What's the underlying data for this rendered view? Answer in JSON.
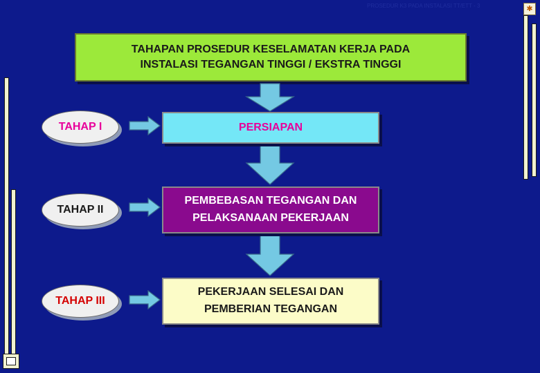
{
  "header": {
    "note": "PROSEDUR K3 PADA INSTALASI TT/ETT - 3"
  },
  "title": {
    "line1": "TAHAPAN PROSEDUR KESELAMATAN KERJA PADA",
    "line2": "INSTALASI TEGANGAN TINGGI / EKSTRA TINGGI"
  },
  "stages": [
    {
      "label": "TAHAP I",
      "steps": [
        "PERSIAPAN"
      ],
      "label_color": "#e8009a",
      "box_color": "#74e7f7"
    },
    {
      "label": "TAHAP II",
      "steps": [
        "PEMBEBASAN TEGANGAN DAN",
        "PELAKSANAAN PEKERJAAN"
      ],
      "label_color": "#1a1a1a",
      "box_color": "#8a0a8e"
    },
    {
      "label": "TAHAP III",
      "steps": [
        "PEKERJAAN SELESAI DAN",
        "PEMBERIAN TEGANGAN"
      ],
      "label_color": "#d40000",
      "box_color": "#fcfcc8"
    }
  ],
  "colors": {
    "background": "#0d1a8c",
    "title_box": "#9ce93a",
    "arrow_fill": "#74c9e3"
  },
  "icons": {
    "corner": "close-icon",
    "flow_down": "down-arrow-icon",
    "flow_right": "right-arrow-icon"
  }
}
